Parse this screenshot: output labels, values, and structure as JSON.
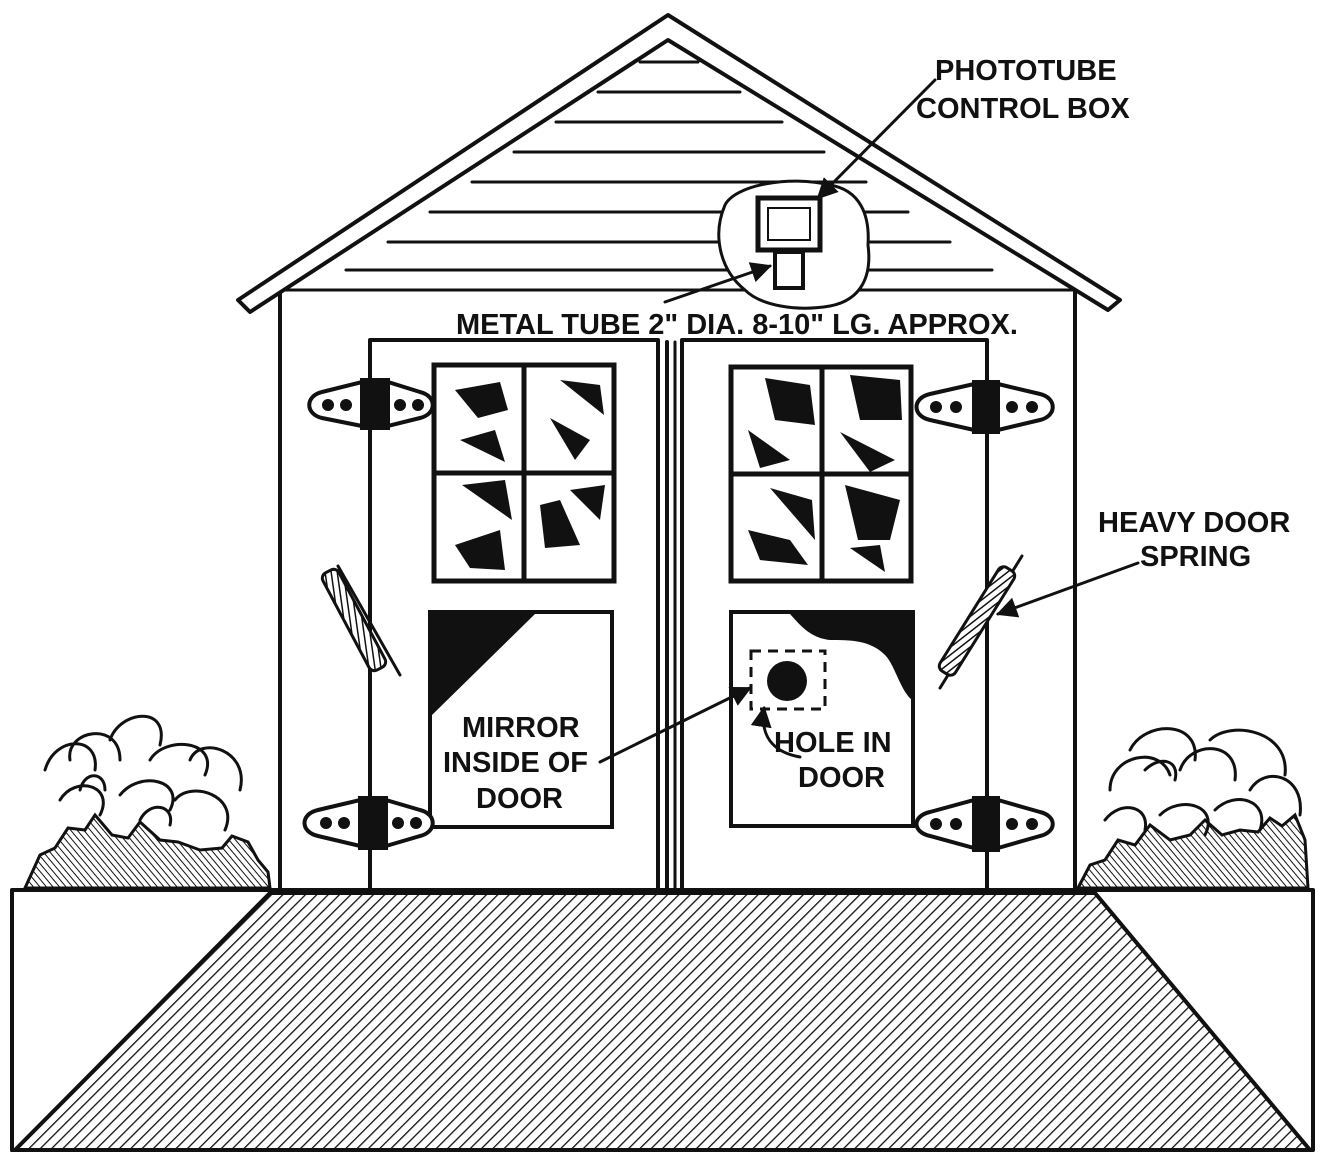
{
  "labels": {
    "phototube_line1": "PHOTOTUBE",
    "phototube_line2": "CONTROL BOX",
    "metal_tube": "METAL TUBE 2\" DIA. 8-10\" LG. APPROX.",
    "spring_line1": "HEAVY DOOR",
    "spring_line2": "SPRING",
    "mirror_line1": "MIRROR",
    "mirror_line2": "INSIDE OF",
    "mirror_line3": "DOOR",
    "hole_line1": "HOLE IN",
    "hole_line2": "DOOR"
  },
  "colors": {
    "ink": "#111111",
    "paper": "#ffffff"
  }
}
